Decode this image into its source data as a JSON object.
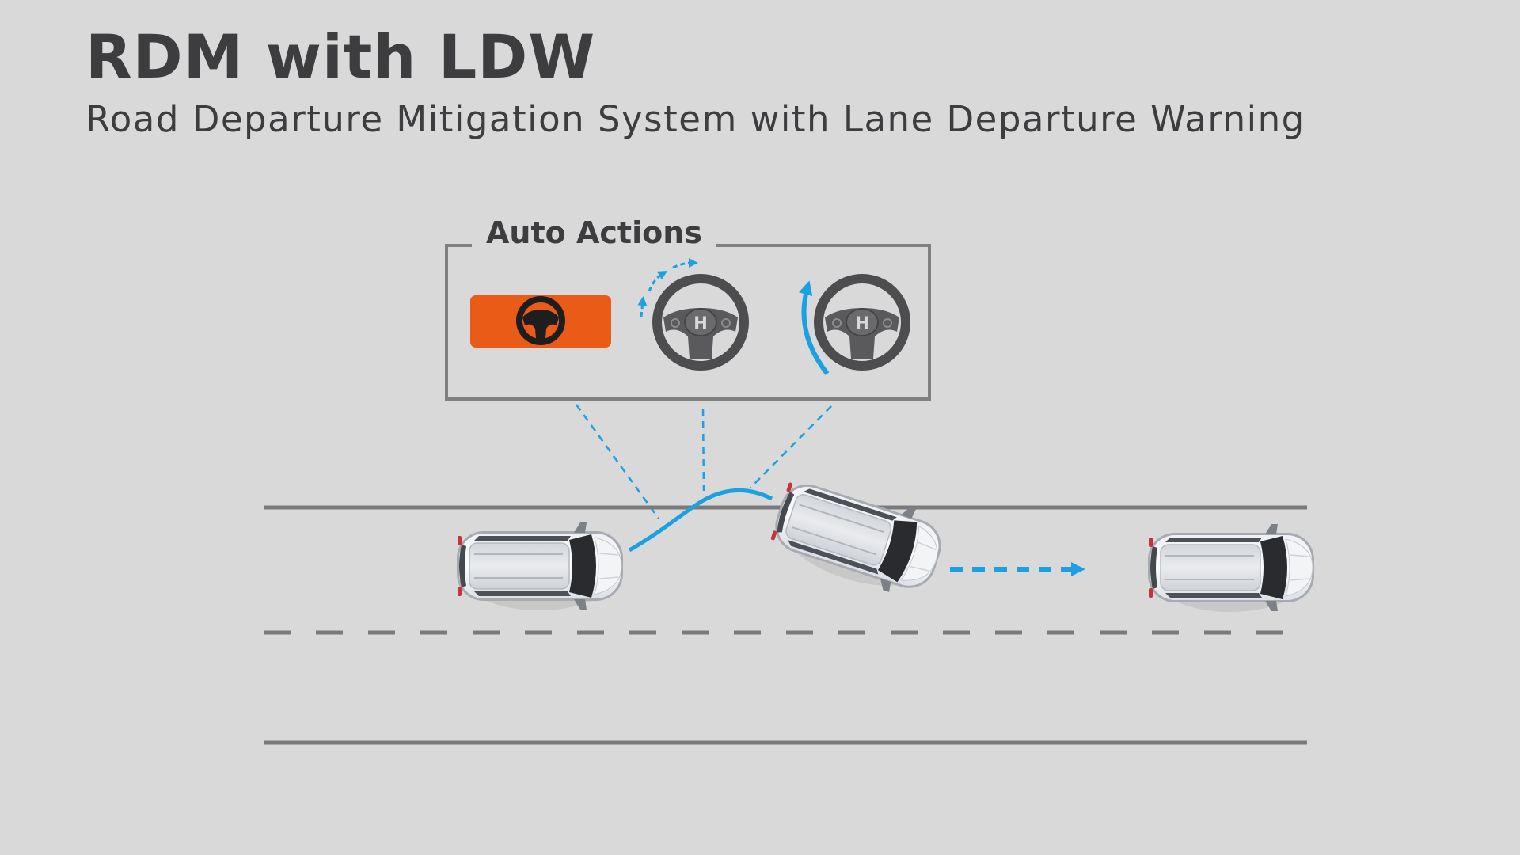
{
  "header": {
    "title": "RDM with LDW",
    "subtitle": "Road Departure Mitigation System with Lane Departure Warning"
  },
  "panel": {
    "label": "Auto Actions",
    "icons": [
      "steering-warning-indicator-icon",
      "steering-wheel-vibration-icon",
      "steering-wheel-assist-icon"
    ]
  },
  "colors": {
    "background": "#d9d9d9",
    "text": "#3d3d3f",
    "accent_blue": "#1ba0e2",
    "warning_orange": "#ea5b18",
    "road_line": "#7a7a7a",
    "panel_border": "#808080"
  }
}
